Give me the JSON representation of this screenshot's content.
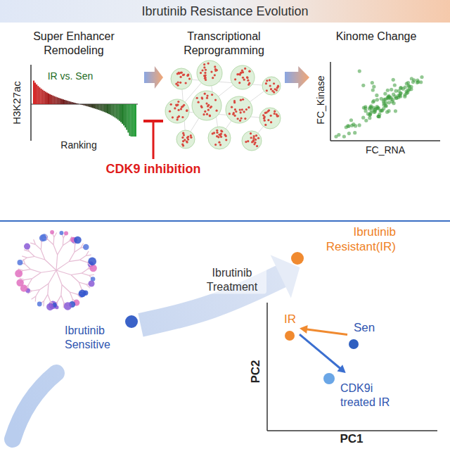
{
  "diagram": {
    "title": "Ibrutinib Resistance Evolution",
    "nodes": [
      {
        "text": [
          "Super Enhancer Remodeling"
        ]
      },
      {
        "text": [
          "Transcriptional Reprogramming"
        ]
      },
      {
        "text": [
          "Kinome Change"
        ]
      },
      {
        "text": [
          "Ibrutinib Sensitive"
        ]
      },
      {
        "text": [
          "Ibrutinib Resistant(IR)"
        ]
      },
      {
        "text": [
          "IR"
        ]
      },
      {
        "text": [
          "Sen"
        ]
      },
      {
        "text": [
          "CDK9i treated IR"
        ]
      }
    ],
    "edges": [
      {
        "from": 0,
        "to": 1,
        "arrow": "to"
      },
      {
        "from": 1,
        "to": 2,
        "arrow": "to"
      },
      {
        "from": 3,
        "to": 4,
        "arrow": "to",
        "label": "Ibrutinib Treatment"
      },
      {
        "from": 6,
        "to": 5,
        "arrow": "to"
      },
      {
        "from": 5,
        "to": 7,
        "arrow": "to"
      }
    ],
    "labels": [
      "H3K27ac",
      "IR vs. Sen",
      "Ranking",
      "FC_Kinase",
      "FC_RNA",
      "CDK9 inhibition",
      "PC2",
      "PC1"
    ]
  }
}
